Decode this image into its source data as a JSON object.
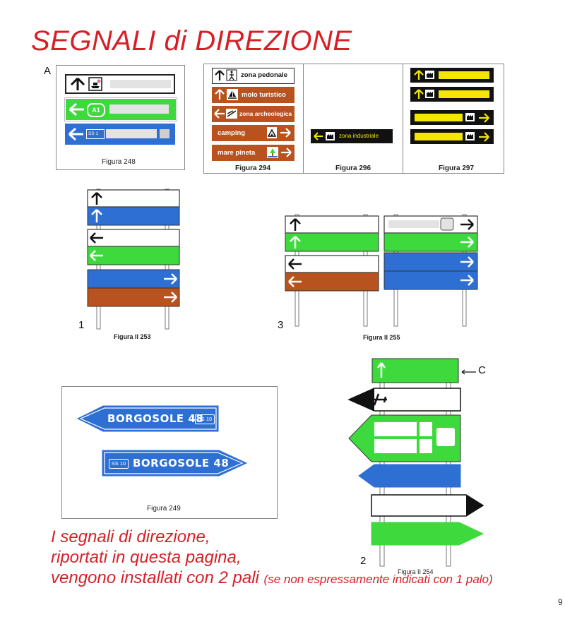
{
  "title": "SEGNALI di DIREZIONE",
  "markers": {
    "a": "A",
    "one": "1",
    "two": "2",
    "three": "3",
    "c": "C"
  },
  "figures": {
    "f248": "Figura 248",
    "f294": "Figura 294",
    "f296": "Figura 296",
    "f297": "Figura 297",
    "f253": "Figura II 253",
    "f255": "Figura II 255",
    "f249": "Figura 249",
    "f254": "Figura II 254"
  },
  "sign_texts": {
    "a1": "A1",
    "ss": "SS",
    "ss_num": "1",
    "zona_pedonale": "zona pedonale",
    "molo_turistico": "molo turistico",
    "zona_archeologica": "zona archeologica",
    "camping": "camping",
    "mare_pineta": "mare pineta",
    "zona_industriale": "zona industriale",
    "borgosole": "BORGOSOLE 48",
    "ss10": "SS 10"
  },
  "colors": {
    "title_red": "#d62027",
    "green": "#3dd93d",
    "blue": "#2e6fd4",
    "brown": "#b8521e",
    "yellow": "#f5e600"
  },
  "bottom_text": {
    "line1": "I segnali di direzione,",
    "line2": "riportati in questa pagina,",
    "line3": "vengono installati con 2 pali",
    "note": "(se non espressamente indicati con 1 palo)"
  },
  "page_corner": "9"
}
